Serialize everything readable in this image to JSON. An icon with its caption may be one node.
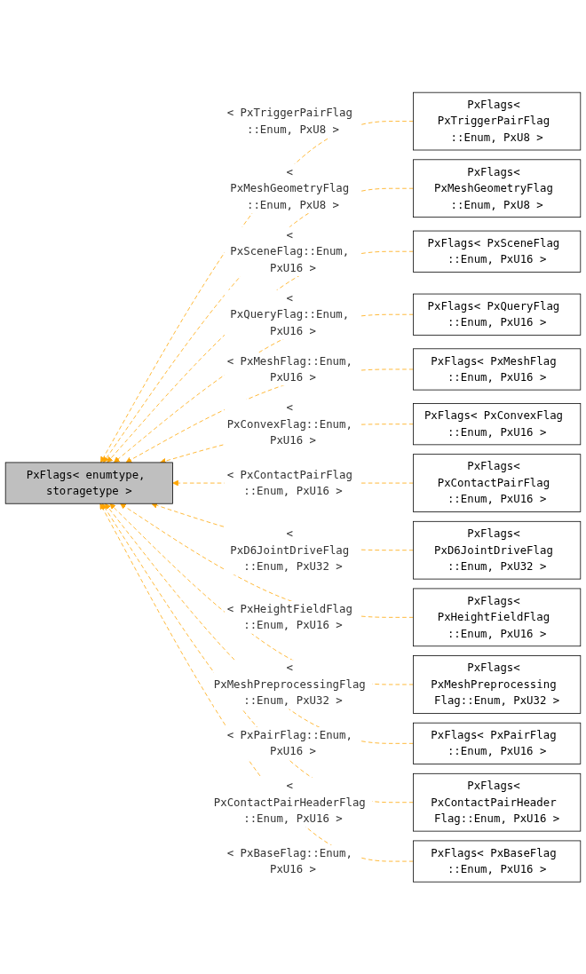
{
  "diagram": {
    "nodes": [
      {
        "text": [
          "PxFlags< enumtype, storagetype >"
        ]
      },
      {
        "text": [
          "PxFlags< PxTriggerPairFlag ::Enum, PxU8 >"
        ]
      },
      {
        "text": [
          "PxFlags< PxMeshGeometryFlag ::Enum, PxU8 >"
        ]
      },
      {
        "text": [
          "PxFlags< PxSceneFlag ::Enum, PxU16 >"
        ]
      },
      {
        "text": [
          "PxFlags< PxQueryFlag ::Enum, PxU16 >"
        ]
      },
      {
        "text": [
          "PxFlags< PxMeshFlag ::Enum, PxU16 >"
        ]
      },
      {
        "text": [
          "PxFlags< PxConvexFlag ::Enum, PxU16 >"
        ]
      },
      {
        "text": [
          "PxFlags< PxContactPairFlag ::Enum, PxU16 >"
        ]
      },
      {
        "text": [
          "PxFlags< PxD6JointDriveFlag ::Enum, PxU32 >"
        ]
      },
      {
        "text": [
          "PxFlags< PxHeightFieldFlag ::Enum, PxU16 >"
        ]
      },
      {
        "text": [
          "PxFlags< PxMeshPreprocessing Flag::Enum, PxU32 >"
        ]
      },
      {
        "text": [
          "PxFlags< PxPairFlag ::Enum, PxU16 >"
        ]
      },
      {
        "text": [
          "PxFlags< PxContactPairHeader Flag::Enum, PxU16 >"
        ]
      },
      {
        "text": [
          "PxFlags< PxBaseFlag ::Enum, PxU16 >"
        ]
      }
    ],
    "edges": [
      {
        "from": 1,
        "to": 0,
        "arrow": "to",
        "label": "< PxTriggerPairFlag ::Enum, PxU8 >",
        "style": "dashed",
        "color": "#ffa500"
      },
      {
        "from": 2,
        "to": 0,
        "arrow": "to",
        "label": "< PxMeshGeometryFlag ::Enum, PxU8 >",
        "style": "dashed",
        "color": "#ffa500"
      },
      {
        "from": 3,
        "to": 0,
        "arrow": "to",
        "label": "< PxSceneFlag::Enum, PxU16 >",
        "style": "dashed",
        "color": "#ffa500"
      },
      {
        "from": 4,
        "to": 0,
        "arrow": "to",
        "label": "< PxQueryFlag::Enum, PxU16 >",
        "style": "dashed",
        "color": "#ffa500"
      },
      {
        "from": 5,
        "to": 0,
        "arrow": "to",
        "label": "< PxMeshFlag::Enum, PxU16 >",
        "style": "dashed",
        "color": "#ffa500"
      },
      {
        "from": 6,
        "to": 0,
        "arrow": "to",
        "label": "< PxConvexFlag::Enum, PxU16 >",
        "style": "dashed",
        "color": "#ffa500"
      },
      {
        "from": 7,
        "to": 0,
        "arrow": "to",
        "label": "< PxContactPairFlag ::Enum, PxU16 >",
        "style": "dashed",
        "color": "#ffa500"
      },
      {
        "from": 8,
        "to": 0,
        "arrow": "to",
        "label": "< PxD6JointDriveFlag ::Enum, PxU32 >",
        "style": "dashed",
        "color": "#ffa500"
      },
      {
        "from": 9,
        "to": 0,
        "arrow": "to",
        "label": "< PxHeightFieldFlag ::Enum, PxU16 >",
        "style": "dashed",
        "color": "#ffa500"
      },
      {
        "from": 10,
        "to": 0,
        "arrow": "to",
        "label": "< PxMeshPreprocessingFlag ::Enum, PxU32 >",
        "style": "dashed",
        "color": "#ffa500"
      },
      {
        "from": 11,
        "to": 0,
        "arrow": "to",
        "label": "< PxPairFlag::Enum, PxU16 >",
        "style": "dashed",
        "color": "#ffa500"
      },
      {
        "from": 12,
        "to": 0,
        "arrow": "to",
        "label": "< PxContactPairHeaderFlag ::Enum, PxU16 >",
        "style": "dashed",
        "color": "#ffa500"
      },
      {
        "from": 13,
        "to": 0,
        "arrow": "to",
        "label": "< PxBaseFlag::Enum, PxU16 >",
        "style": "dashed",
        "color": "#ffa500"
      }
    ]
  }
}
